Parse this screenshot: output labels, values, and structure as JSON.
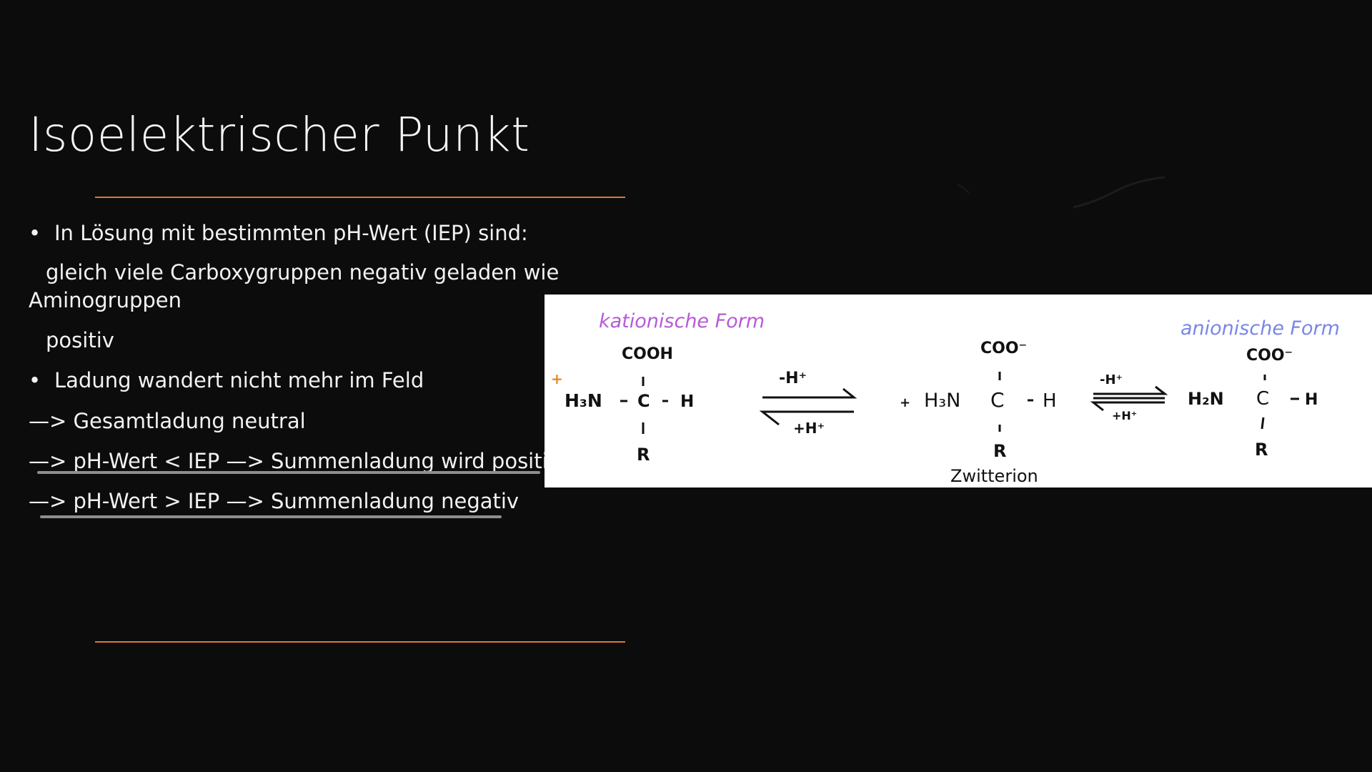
{
  "slide": {
    "title": "Isoelektrischer Punkt",
    "colors": {
      "background": "#0c0c0c",
      "accent_line": "#d9793a",
      "text": "#f2f2f2",
      "kation_label": "#b85ad6",
      "anion_label": "#7a86e6",
      "marker": "#e38a2e"
    },
    "content": {
      "bullet_1": "In Lösung mit bestimmten pH-Wert (IEP) sind:",
      "line_2": "gleich viele Carboxygruppen negativ geladen wie",
      "line_3": "Aminogruppen",
      "line_4": "positiv",
      "bullet_2": "Ladung wandert nicht mehr im Feld",
      "arrow_1": "—> Gesamtladung neutral",
      "arrow_2": "—> pH-Wert  < IEP —> Summenladung wird positiv",
      "arrow_3": "—> pH-Wert > IEP —> Summenladung negativ",
      "bullet_symbol": "•"
    }
  },
  "chem_image": {
    "label_kation": "kationische Form",
    "label_anion": "anionische Form",
    "label_zwitterion": "Zwitterion",
    "molecule_1": {
      "top": "COOH",
      "left": "H₃N",
      "center": "C",
      "right": "H",
      "bottom": "R",
      "charge_mark": "+"
    },
    "equilibrium_1": {
      "top": "-H⁺",
      "bottom": "+H⁺"
    },
    "molecule_2": {
      "top": "COO⁻",
      "left": "H₃N",
      "center": "C",
      "right": "H",
      "bottom": "R",
      "charge_mark": "+"
    },
    "equilibrium_2": {
      "top": "-H⁺",
      "bottom": "+H⁺"
    },
    "molecule_3": {
      "top": "COO⁻",
      "left": "H₂N",
      "center": "C",
      "right": "H",
      "bottom": "R"
    }
  }
}
